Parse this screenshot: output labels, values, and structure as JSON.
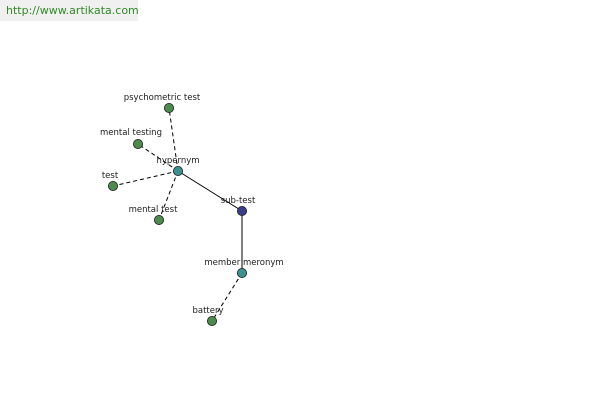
{
  "header": {
    "url": "http://www.artikata.com"
  },
  "colors": {
    "leaf": "#4d8a4d",
    "relation": "#3e8f90",
    "center": "#3a3e86",
    "url_text": "#2f8a25"
  },
  "graph": {
    "nodes": [
      {
        "id": "sub-test",
        "label": "sub-test",
        "kind": "center"
      },
      {
        "id": "hypernym",
        "label": "hypernym",
        "kind": "relation"
      },
      {
        "id": "member-meronym",
        "label": "member meronym",
        "kind": "relation"
      },
      {
        "id": "psychometric-test",
        "label": "psychometric test",
        "kind": "leaf"
      },
      {
        "id": "mental-testing",
        "label": "mental testing",
        "kind": "leaf"
      },
      {
        "id": "test",
        "label": "test",
        "kind": "leaf"
      },
      {
        "id": "mental-test",
        "label": "mental test",
        "kind": "leaf"
      },
      {
        "id": "battery",
        "label": "battery",
        "kind": "leaf"
      }
    ],
    "edges": [
      {
        "from": "sub-test",
        "to": "hypernym",
        "style": "solid"
      },
      {
        "from": "sub-test",
        "to": "member-meronym",
        "style": "solid"
      },
      {
        "from": "hypernym",
        "to": "psychometric-test",
        "style": "dashed"
      },
      {
        "from": "hypernym",
        "to": "mental-testing",
        "style": "dashed"
      },
      {
        "from": "hypernym",
        "to": "test",
        "style": "dashed"
      },
      {
        "from": "hypernym",
        "to": "mental-test",
        "style": "dashed"
      },
      {
        "from": "member-meronym",
        "to": "battery",
        "style": "dashed"
      }
    ]
  }
}
